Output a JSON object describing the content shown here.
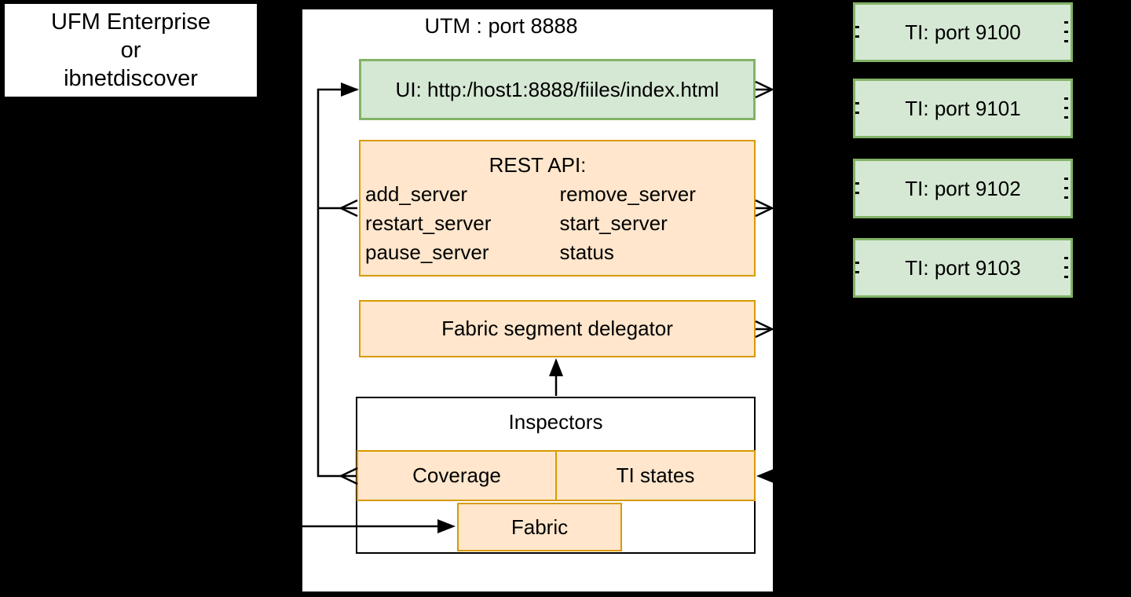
{
  "colors": {
    "background": "#000000",
    "green_fill": "#d5e8d4",
    "green_border": "#82b366",
    "orange_fill": "#ffe6cc",
    "orange_border": "#d79b00",
    "box_fill": "#ffffff",
    "line": "#000000"
  },
  "source_box": {
    "lines": [
      "UFM Enterprise",
      "or",
      "ibnetdiscover"
    ]
  },
  "utm": {
    "title": "UTM : port 8888",
    "ui_box": {
      "label": "UI: http:/host1:8888/fiiles/index.html"
    },
    "rest_api": {
      "title": "REST API:",
      "left_column": [
        "add_server",
        "restart_server",
        "pause_server"
      ],
      "right_column": [
        "remove_server",
        "start_server",
        "status"
      ]
    },
    "delegator": {
      "label": "Fabric segment delegator"
    },
    "inspectors": {
      "title": "Inspectors",
      "coverage_label": "Coverage",
      "ti_states_label": "TI states",
      "fabric_label": "Fabric"
    }
  },
  "ti_servers": [
    {
      "label": "TI: port 9100"
    },
    {
      "label": "TI: port 9101"
    },
    {
      "label": "TI: port 9102"
    },
    {
      "label": "TI: port 9103"
    }
  ]
}
